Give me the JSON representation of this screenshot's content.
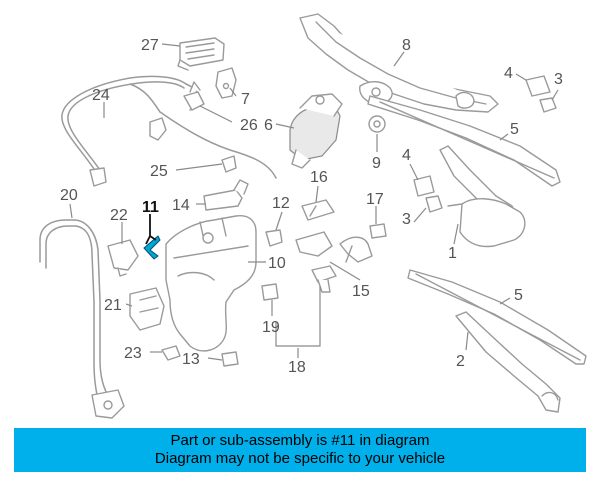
{
  "diagram": {
    "highlight_color": "#00a6d6",
    "callouts": {
      "c1": "1",
      "c2": "2",
      "c3a": "3",
      "c3b": "3",
      "c4a": "4",
      "c4b": "4",
      "c5a": "5",
      "c5b": "5",
      "c6": "6",
      "c7": "7",
      "c8": "8",
      "c9": "9",
      "c10": "10",
      "c11": "11",
      "c12": "12",
      "c13": "13",
      "c14": "14",
      "c15": "15",
      "c16": "16",
      "c17": "17",
      "c18": "18",
      "c19": "19",
      "c20": "20",
      "c21": "21",
      "c22": "22",
      "c23": "23",
      "c24": "24",
      "c25": "25",
      "c26": "26",
      "c27": "27"
    }
  },
  "banner": {
    "line1": "Part or sub-assembly is #11 in diagram",
    "line2": "Diagram may not be specific to your vehicle",
    "background": "#00b0ea"
  }
}
